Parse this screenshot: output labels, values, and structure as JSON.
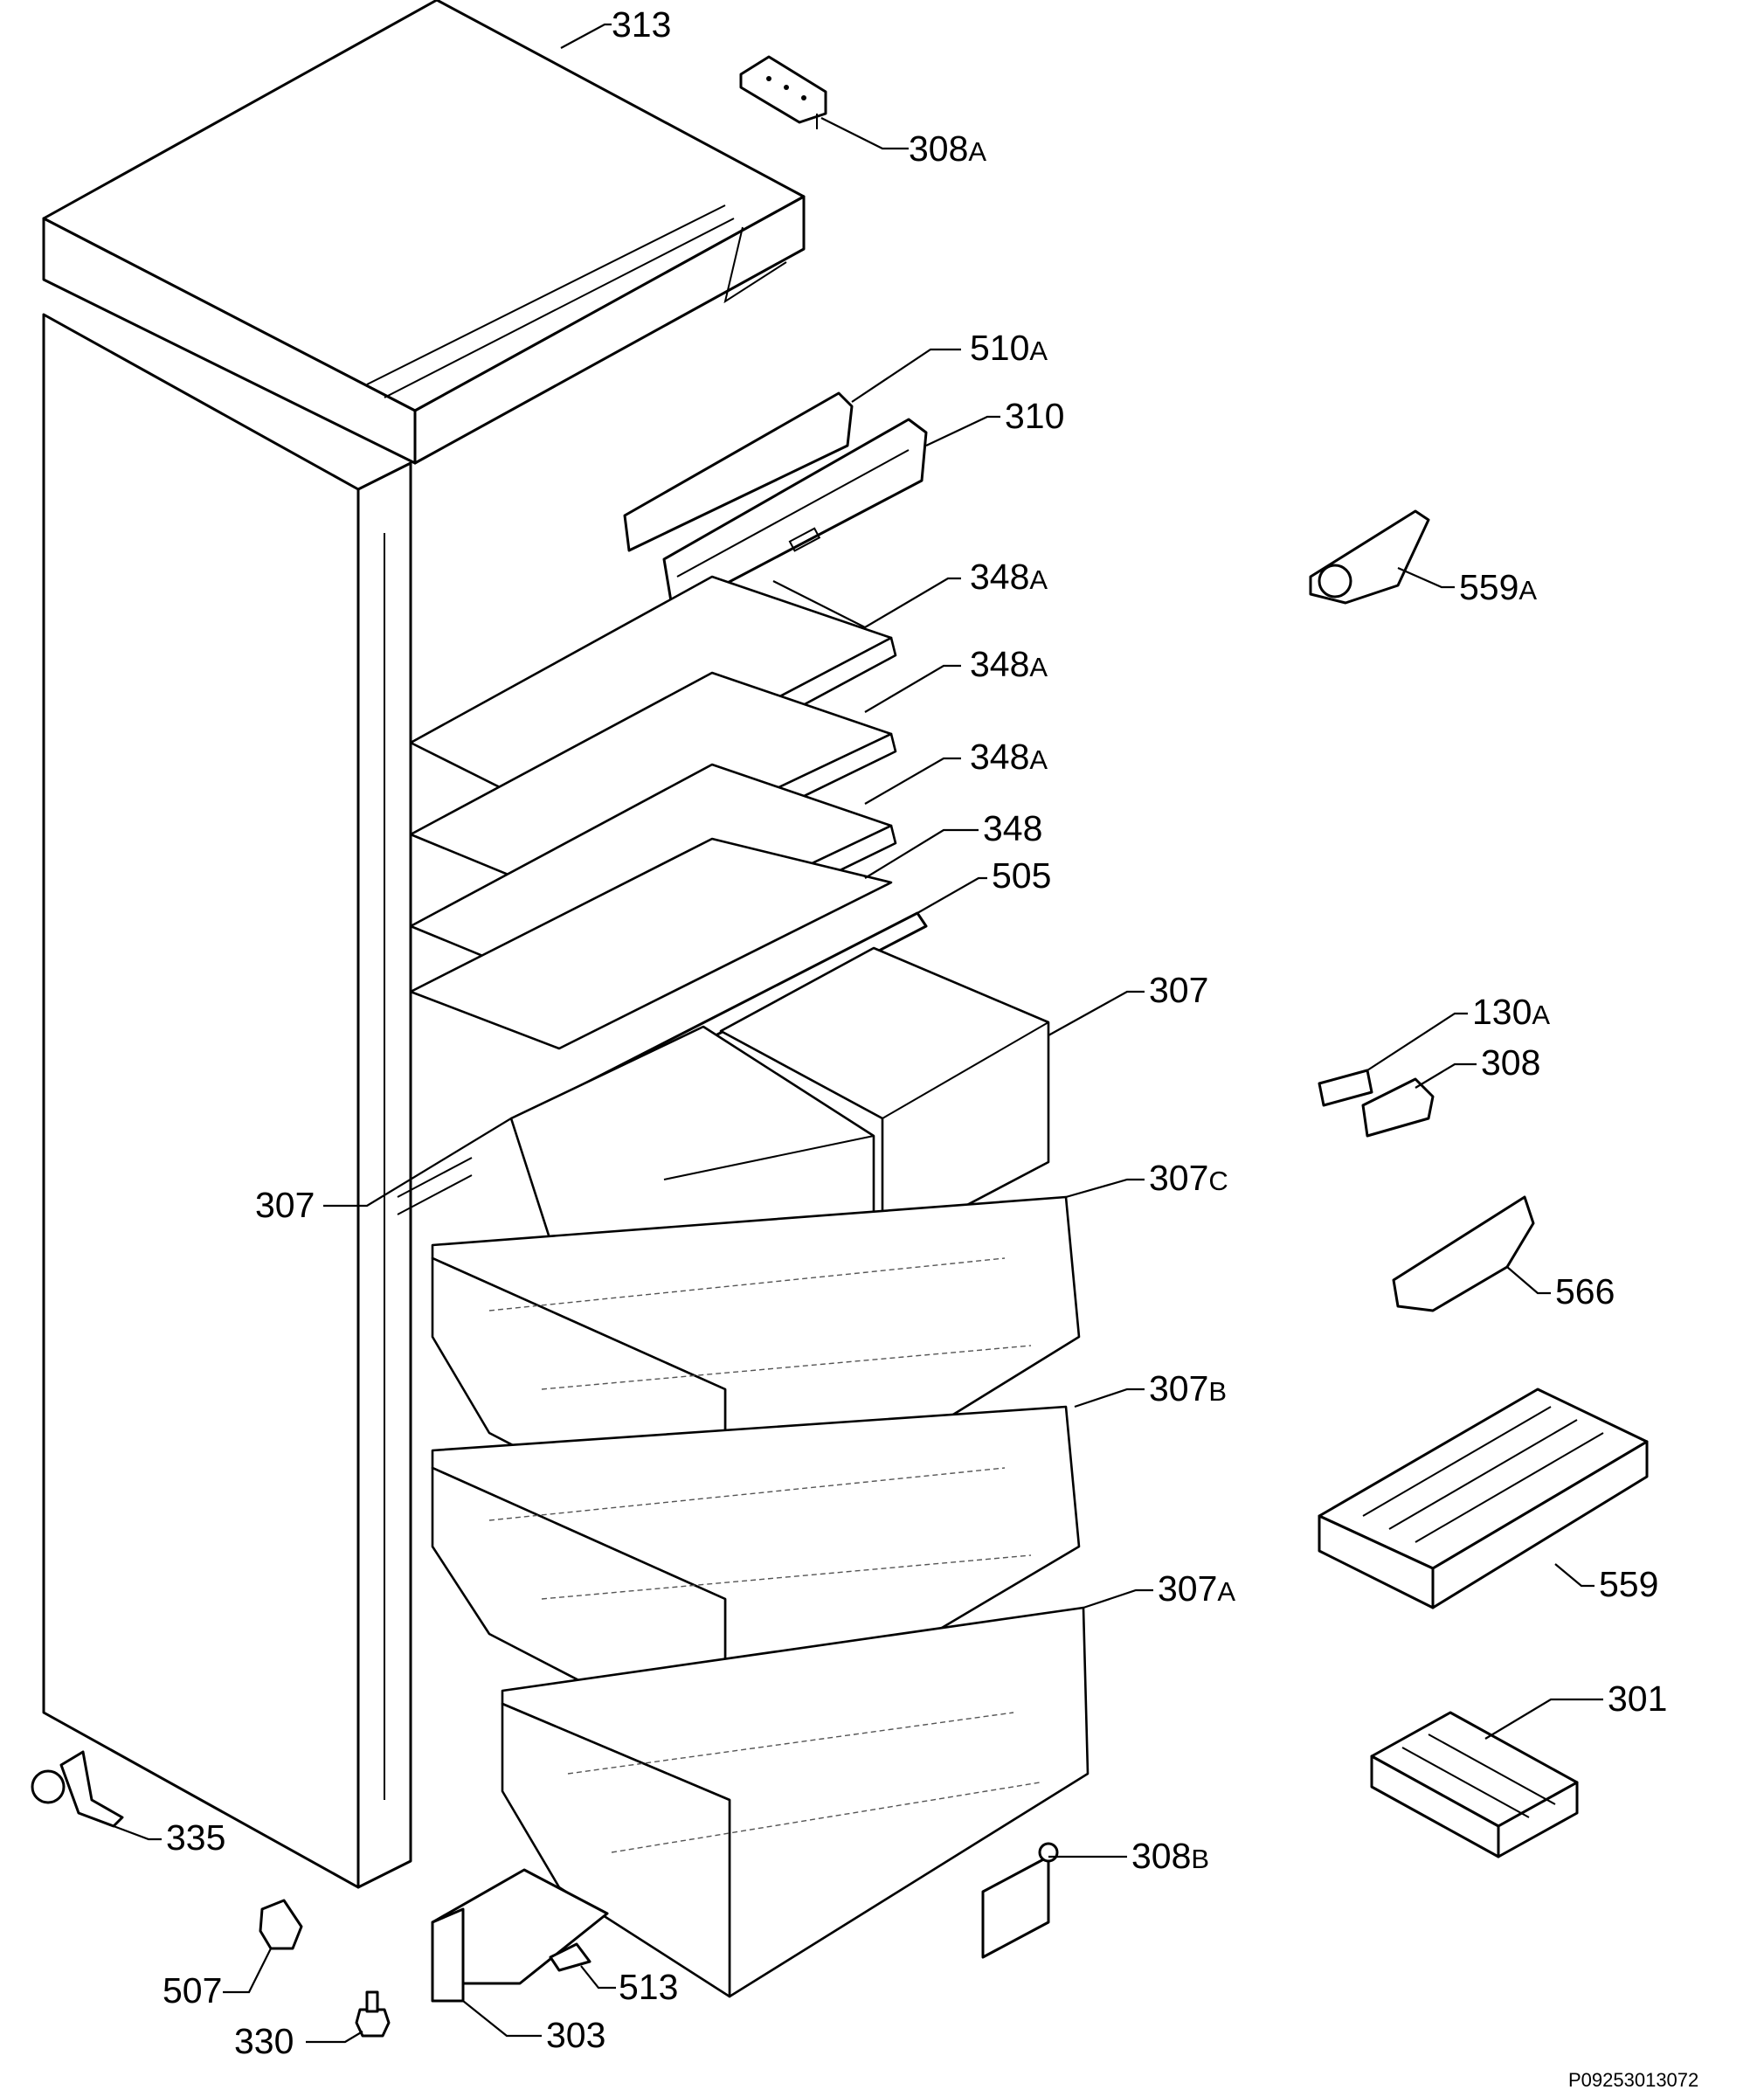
{
  "labels": [
    {
      "id": "l313",
      "num": "313",
      "suffix": ""
    },
    {
      "id": "l308a",
      "num": "308",
      "suffix": "A"
    },
    {
      "id": "l510a",
      "num": "510",
      "suffix": "A"
    },
    {
      "id": "l310",
      "num": "310",
      "suffix": ""
    },
    {
      "id": "l559a",
      "num": "559",
      "suffix": "A"
    },
    {
      "id": "l348a1",
      "num": "348",
      "suffix": "A"
    },
    {
      "id": "l348a2",
      "num": "348",
      "suffix": "A"
    },
    {
      "id": "l348a3",
      "num": "348",
      "suffix": "A"
    },
    {
      "id": "l348",
      "num": "348",
      "suffix": ""
    },
    {
      "id": "l505",
      "num": "505",
      "suffix": ""
    },
    {
      "id": "l307r",
      "num": "307",
      "suffix": ""
    },
    {
      "id": "l130a",
      "num": "130",
      "suffix": "A"
    },
    {
      "id": "l308",
      "num": "308",
      "suffix": ""
    },
    {
      "id": "l307l",
      "num": "307",
      "suffix": ""
    },
    {
      "id": "l307c",
      "num": "307",
      "suffix": "C"
    },
    {
      "id": "l566",
      "num": "566",
      "suffix": ""
    },
    {
      "id": "l307b",
      "num": "307",
      "suffix": "B"
    },
    {
      "id": "l559",
      "num": "559",
      "suffix": ""
    },
    {
      "id": "l307a",
      "num": "307",
      "suffix": "A"
    },
    {
      "id": "l301",
      "num": "301",
      "suffix": ""
    },
    {
      "id": "l335",
      "num": "335",
      "suffix": ""
    },
    {
      "id": "l308b",
      "num": "308",
      "suffix": "B"
    },
    {
      "id": "l507",
      "num": "507",
      "suffix": ""
    },
    {
      "id": "l513",
      "num": "513",
      "suffix": ""
    },
    {
      "id": "l330",
      "num": "330",
      "suffix": ""
    },
    {
      "id": "l303",
      "num": "303",
      "suffix": ""
    }
  ],
  "drawing_code": "P09253013072"
}
